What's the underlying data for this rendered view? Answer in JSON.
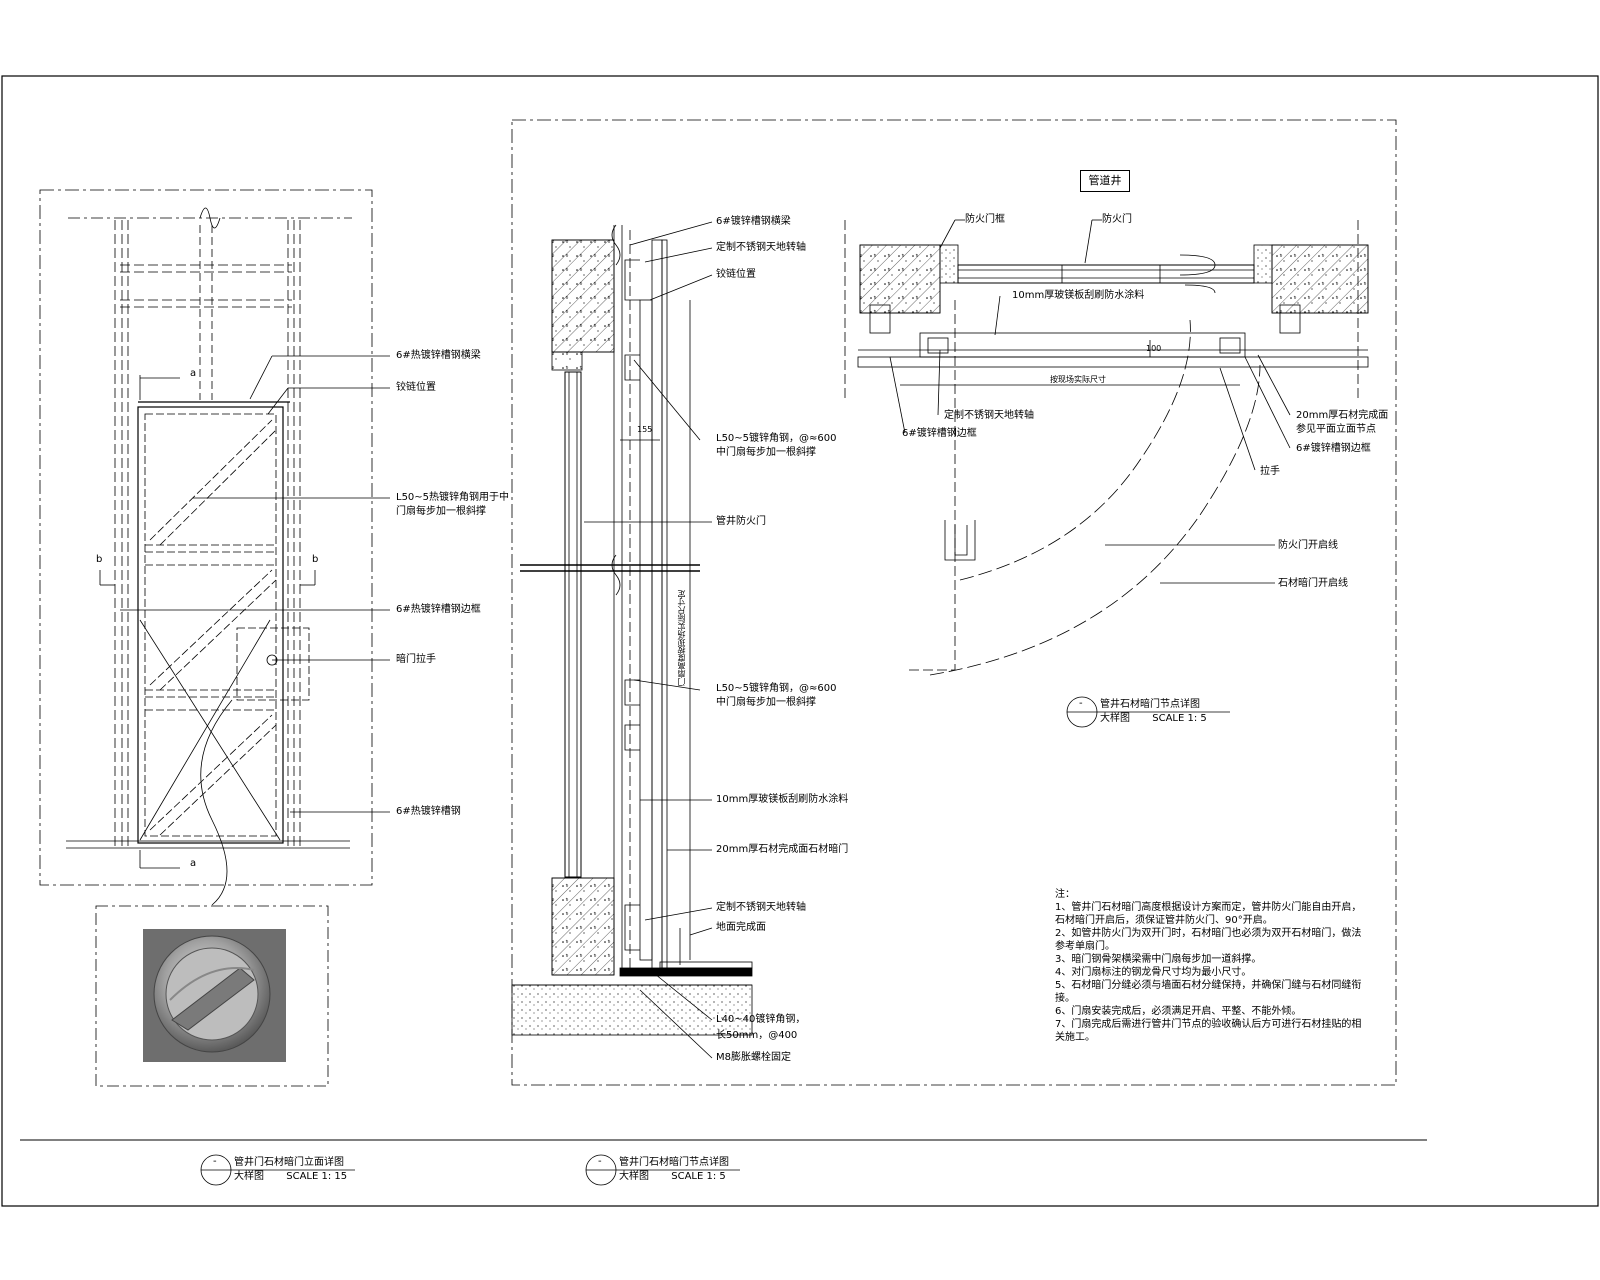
{
  "left_elevation": {
    "labels": {
      "beam": "6#热镀锌槽钢横梁",
      "hinge": "铰链位置",
      "angle_steel": "L50~5热镀锌角钢用于中",
      "angle_steel_2": "门扇每步加一根斜撑",
      "channel": "6#热镀锌槽钢边框",
      "handle": "暗门拉手",
      "channel_bottom": "6#热镀锌槽钢"
    },
    "section_marks": {
      "a_top": "a",
      "a_bottom": "a",
      "b_left": "b",
      "b_right": "b"
    }
  },
  "section_view": {
    "labels": {
      "beam": "6#镀锌槽钢横梁",
      "pivot_top": "定制不锈钢天地转轴",
      "hinge": "铰链位置",
      "angle_1a": "L50~5镀锌角钢，@≈600",
      "angle_1b": "中门扇每步加一根斜撑",
      "fire_door": "管井防火门",
      "angle_2a": "L50~5镀锌角钢，@≈600",
      "angle_2b": "中门扇每步加一根斜撑",
      "board": "10mm厚玻镁板刮刷防水涂料",
      "stone": "20mm厚石材完成面石材暗门",
      "pivot_bottom": "定制不锈钢天地转轴",
      "floor_finish": "地面完成面",
      "l40a": "L40~40镀锌角钢，",
      "l40b": "长50mm，@400",
      "bolt": "M8膨胀螺栓固定",
      "dim_155": "155",
      "vertical_note": "门扇高度按现场实际尺寸定"
    }
  },
  "plan_view": {
    "title": "管道井",
    "labels": {
      "frame": "防火门框",
      "door": "防火门",
      "board": "10mm厚玻镁板刮刷防水涂料",
      "dim_100": "100",
      "clear_width": "按现场实际尺寸",
      "pivot": "定制不锈钢天地转轴",
      "channel": "6#镀锌槽钢边框",
      "stone_a": "20mm厚石材完成面",
      "stone_b": "参见平面立面节点",
      "channel_r": "6#镀锌槽钢边框",
      "handle": "拉手",
      "fire_swing": "防火门开启线",
      "stone_swing": "石材暗门开启线"
    },
    "scale": {
      "mark": "-",
      "name": "管井石材暗门节点详图",
      "sub": "大样图",
      "ratio": "SCALE 1: 5"
    }
  },
  "notes": {
    "heading": "注：",
    "items": [
      "1、管井门石材暗门高度根据设计方案而定，管井防火门能自由开启，石材暗门开启后，须保证管井防火门、90°开启。",
      "2、如管井防火门为双开门时，石材暗门也必须为双开石材暗门，做法参考单扇门。",
      "3、暗门钢骨架横梁需中门扇每步加一道斜撑。",
      "4、对门扇标注的钢龙骨尺寸均为最小尺寸。",
      "5、石材暗门分缝必须与墙面石材分缝保持，并确保门缝与石材同缝衔接。",
      "6、门扇安装完成后，必须满足开启、平整、不能外倾。",
      "7、门扇完成后需进行管井门节点的验收确认后方可进行石材挂贴的相关施工。"
    ]
  },
  "bottom_titles": {
    "left": {
      "mark": "-",
      "name": "管井门石材暗门立面详图",
      "sub": "大样图",
      "ratio": "SCALE 1: 15"
    },
    "right": {
      "mark": "-",
      "name": "管井门石材暗门节点详图",
      "sub": "大样图",
      "ratio": "SCALE 1: 5"
    }
  }
}
